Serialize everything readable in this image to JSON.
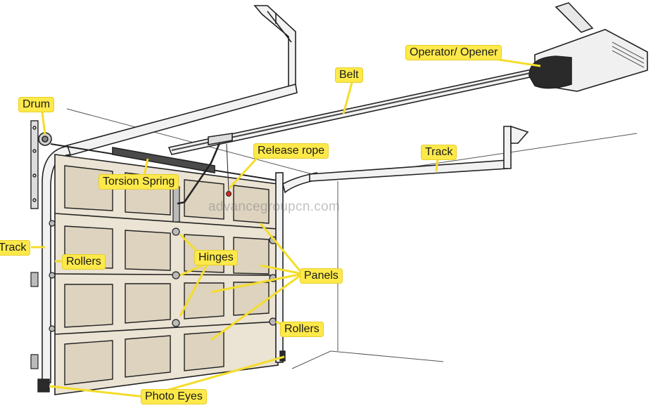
{
  "labels": {
    "drum": "Drum",
    "belt": "Belt",
    "operator": "Operator/ Opener",
    "release_rope": "Release rope",
    "track_right": "Track",
    "torsion_spring": "Torsion Spring",
    "track_left": "Track",
    "rollers_left": "Rollers",
    "hinges": "Hinges",
    "panels": "Panels",
    "rollers_right": "Rollers",
    "photo_eyes": "Photo Eyes"
  },
  "watermark": "advancegroupcn.com",
  "colors": {
    "callout": "#fde94a",
    "door_panel": "#ebe3d3",
    "line": "#222222",
    "track_fill": "#f2f2f2"
  }
}
